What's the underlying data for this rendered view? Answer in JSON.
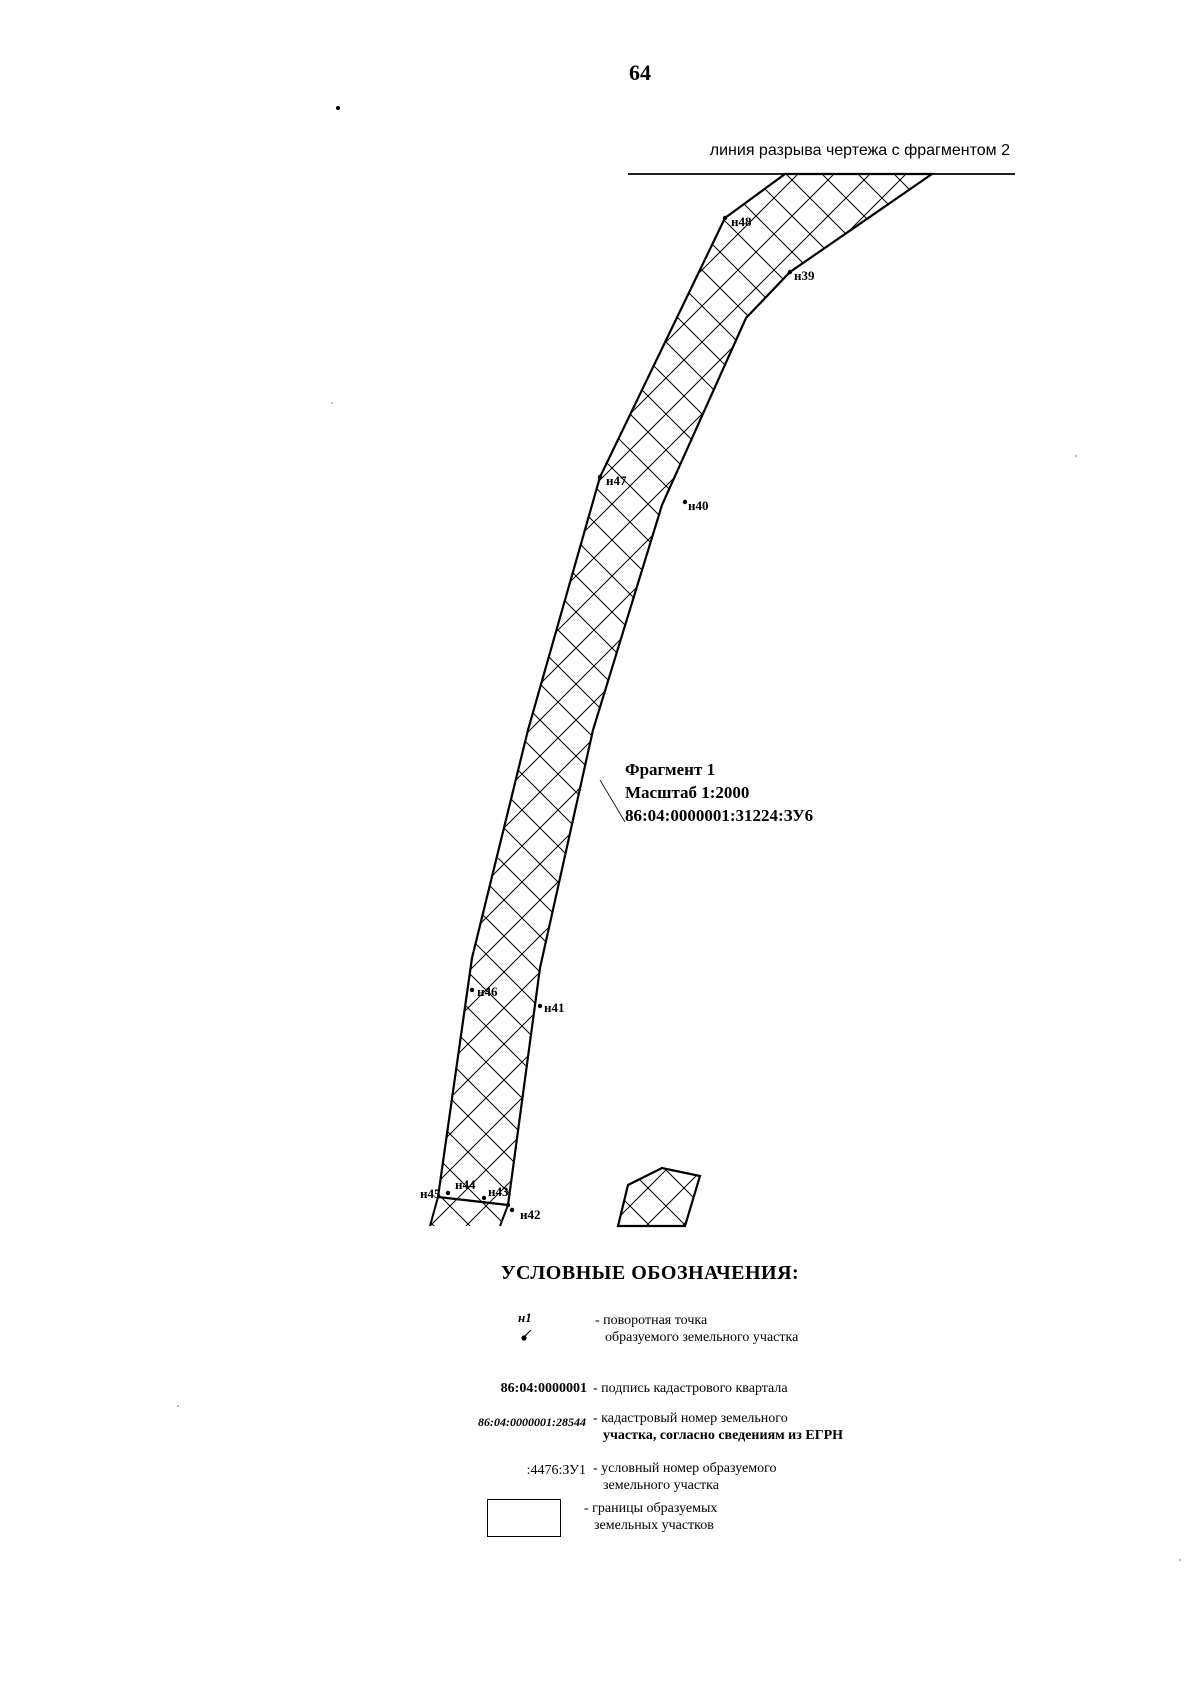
{
  "page_number": "64",
  "break_line_label": "линия разрыва чертежа с фрагментом 2",
  "fragment": {
    "title": "Фрагмент 1",
    "scale": "Масштаб 1:2000",
    "parcel": "86:04:0000001:31224:ЗУ6"
  },
  "points": {
    "p48": "н48",
    "p39": "н39",
    "p47": "н47",
    "p40": "н40",
    "p46": "н46",
    "p41": "н41",
    "p45": "н45",
    "p44": "н44",
    "p43": "н43",
    "p42": "н42"
  },
  "legend": {
    "title": "УСЛОВНЫЕ ОБОЗНАЧЕНИЯ:",
    "items": [
      {
        "symbol": "н1",
        "text_1": "- поворотная точка",
        "text_2": "образуемого земельного участка"
      },
      {
        "symbol": "86:04:0000001",
        "text_1": "- подпись кадастрового квартала",
        "text_2": ""
      },
      {
        "symbol": "86:04:0000001:28544",
        "text_1": "- кадастровый номер земельного",
        "text_2": "участка, согласно сведениям из ЕГРН"
      },
      {
        "symbol": ":4476:ЗУ1",
        "text_1": "- условный номер образуемого",
        "text_2": "земельного участка"
      },
      {
        "symbol": "",
        "text_1": "- границы образуемых",
        "text_2": "земельных участков"
      }
    ]
  }
}
